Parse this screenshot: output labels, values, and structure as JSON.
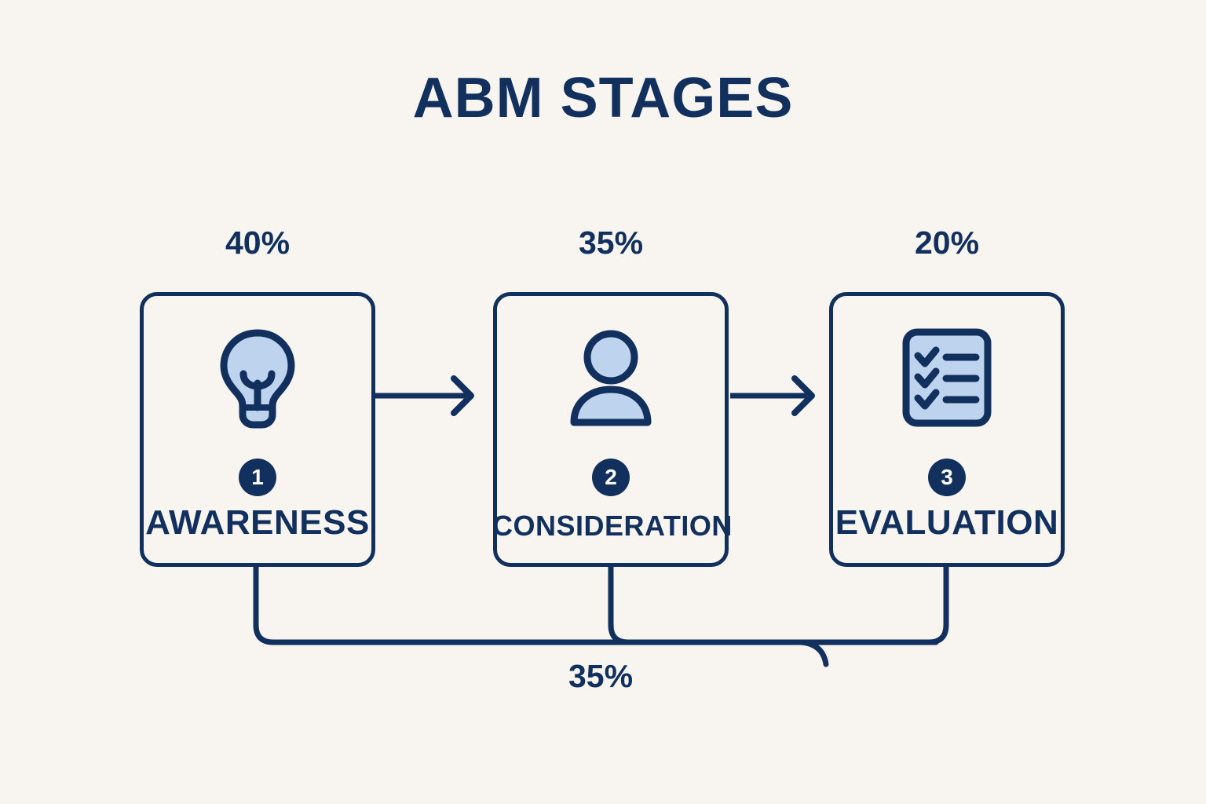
{
  "page": {
    "title": "ABM STAGES",
    "background_color": "#f8f5f0",
    "primary_color": "#12305e",
    "accent_fill_color": "#bed4ee"
  },
  "stages": [
    {
      "number": "1",
      "label": "AWARENESS",
      "percent": "40%",
      "icon": "lightbulb-icon"
    },
    {
      "number": "2",
      "label": "CONSIDERATION",
      "percent": "35%",
      "icon": "person-icon"
    },
    {
      "number": "3",
      "label": "EVALUATION",
      "percent": "20%",
      "icon": "checklist-icon"
    }
  ],
  "connectors": {
    "arrow_1": "arrow-right-icon",
    "arrow_2": "arrow-right-icon",
    "loop_percent": "35%"
  }
}
